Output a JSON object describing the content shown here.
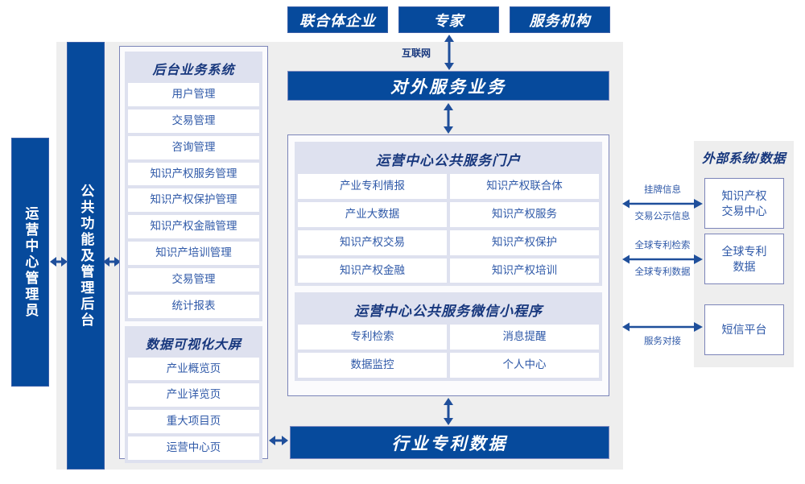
{
  "diagram": {
    "title_hidden": "",
    "colors": {
      "brand_blue": "#064A9C",
      "panel_grey": "#eeeeee",
      "group_lavender": "#dee1ef",
      "border_periwinkle": "#7b84b8",
      "text_blue": "#2f59a8"
    }
  },
  "top_actors": [
    {
      "label": "联合体企业"
    },
    {
      "label": "专家"
    },
    {
      "label": "服务机构"
    }
  ],
  "internet_link": {
    "label": "互联网"
  },
  "external_service_bar": {
    "label": "对外服务业务"
  },
  "industry_data_bar": {
    "label": "行业专利数据"
  },
  "left_bars": [
    {
      "label": "运营中心管理员"
    },
    {
      "label": "公共功能及管理后台"
    }
  ],
  "backoffice": {
    "title": "后台业务系统",
    "items": [
      "用户管理",
      "交易管理",
      "咨询管理",
      "知识产权服务管理",
      "知识产权保护管理",
      "知识产权金融管理",
      "知识产培训管理",
      "交易管理",
      "统计报表"
    ]
  },
  "dataviz": {
    "title": "数据可视化大屏",
    "items": [
      "产业概览页",
      "产业详览页",
      "重大项目页",
      "运营中心页"
    ]
  },
  "portal": {
    "title": "运营中心公共服务门户",
    "rows": [
      [
        "产业专利情报",
        "知识产权联合体"
      ],
      [
        "产业大数据",
        "知识产权服务"
      ],
      [
        "知识产权交易",
        "知识产权保护"
      ],
      [
        "知识产权金融",
        "知识产权培训"
      ]
    ]
  },
  "miniprogram": {
    "title": "运营中心公共服务微信小程序",
    "rows": [
      [
        "专利检索",
        "消息提醒"
      ],
      [
        "数据监控",
        "个人中心"
      ]
    ]
  },
  "external": {
    "title": "外部系统/数据",
    "boxes": [
      {
        "label": "知识产权\n交易中心"
      },
      {
        "label": "全球专利\n数据"
      },
      {
        "label": "短信平台"
      }
    ],
    "links": [
      {
        "above": "挂牌信息",
        "below": "交易公示信息"
      },
      {
        "above": "全球专利检索",
        "below": "全球专利数据"
      },
      {
        "above": "",
        "below": "服务对接"
      }
    ]
  }
}
